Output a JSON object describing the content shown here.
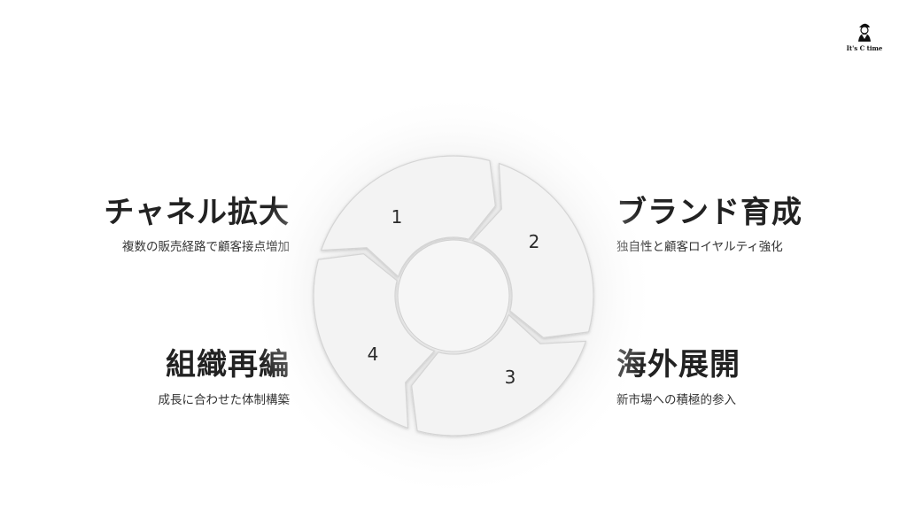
{
  "logo": {
    "brand_text": "It's C time",
    "icon": "person-with-cap-icon"
  },
  "items": [
    {
      "title": "チャネル拡大",
      "description": "複数の販売経路で顧客接点増加"
    },
    {
      "title": "ブランド育成",
      "description": "独自性と顧客ロイヤルティ強化"
    },
    {
      "title": "海外展開",
      "description": "新市場への積極的参入"
    },
    {
      "title": "組織再編",
      "description": "成長に合わせた体制構築"
    }
  ],
  "cycle": {
    "numbers": [
      "1",
      "2",
      "3",
      "4"
    ],
    "colors": {
      "fill": "#f3f3f3",
      "stroke": "#d4d4d4",
      "hub": "#f6f6f6"
    }
  }
}
